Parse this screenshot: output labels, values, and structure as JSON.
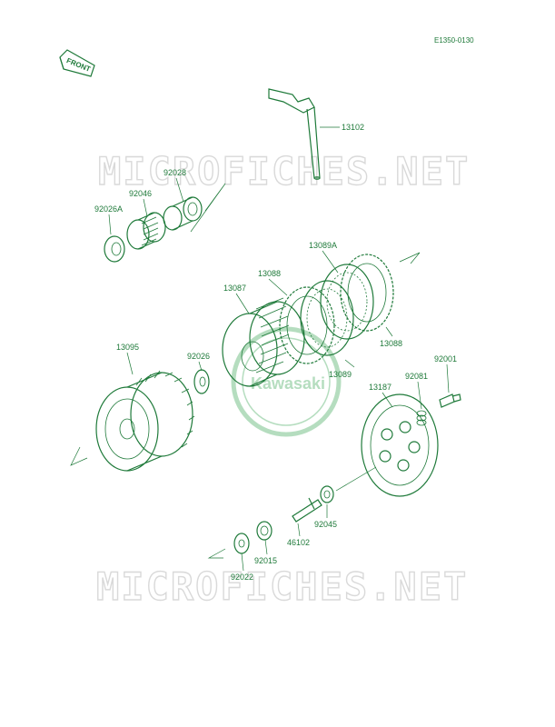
{
  "diagram_code": "E1350-0130",
  "front_label": "FRONT",
  "watermark": "MICROFICHES.NET",
  "seal_text": "Kawasaki",
  "parts": [
    {
      "id": "13102"
    },
    {
      "id": "92028"
    },
    {
      "id": "92046"
    },
    {
      "id": "92026A"
    },
    {
      "id": "13089A"
    },
    {
      "id": "13088"
    },
    {
      "id": "13087"
    },
    {
      "id": "13088"
    },
    {
      "id": "13089"
    },
    {
      "id": "13095"
    },
    {
      "id": "92026"
    },
    {
      "id": "13187"
    },
    {
      "id": "92081"
    },
    {
      "id": "92001"
    },
    {
      "id": "92045"
    },
    {
      "id": "46102"
    },
    {
      "id": "92015"
    },
    {
      "id": "92022"
    }
  ],
  "colors": {
    "line": "#1f7a3a",
    "watermark": "#d9d9d9"
  }
}
